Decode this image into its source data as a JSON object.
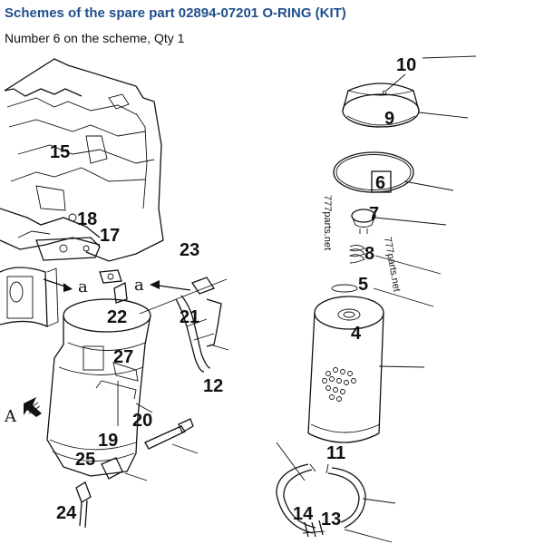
{
  "header": {
    "title": "Schemes of the spare part 02894-07201 O-RING (KIT)",
    "subtitle": "Number 6 on the scheme, Qty 1"
  },
  "scheme": {
    "highlighted_part": "6",
    "part_labels": [
      "10",
      "9",
      "15",
      "6",
      "18",
      "7",
      "17",
      "23",
      "8",
      "5",
      "22",
      "21",
      "27",
      "4",
      "12",
      "20",
      "19",
      "25",
      "11",
      "24",
      "14",
      "13"
    ],
    "letters": [
      "a",
      "a",
      "A"
    ],
    "watermarks": [
      "777parts.net",
      "777parts.net"
    ]
  },
  "colors": {
    "title": "#1f4e8c",
    "text": "#111111",
    "background": "#ffffff"
  }
}
